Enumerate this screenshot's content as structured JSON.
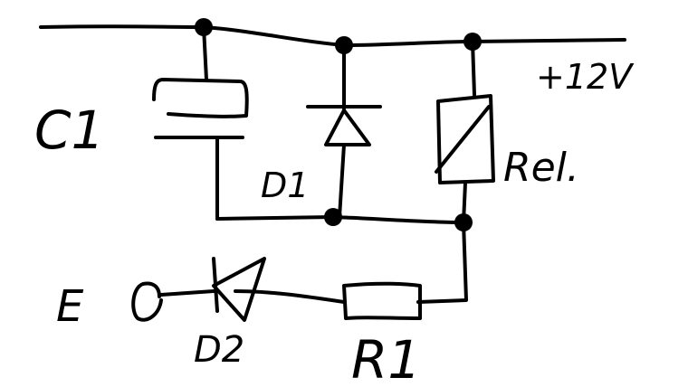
{
  "labels": {
    "c1": "C1",
    "d1": "D1",
    "supply": "+12V",
    "rel": "Rel.",
    "e": "E",
    "d2": "D2",
    "r1": "R1"
  },
  "components": [
    {
      "id": "C1",
      "type": "capacitor"
    },
    {
      "id": "D1",
      "type": "diode"
    },
    {
      "id": "Rel.",
      "type": "relay-coil"
    },
    {
      "id": "D2",
      "type": "diode"
    },
    {
      "id": "R1",
      "type": "resistor"
    }
  ]
}
